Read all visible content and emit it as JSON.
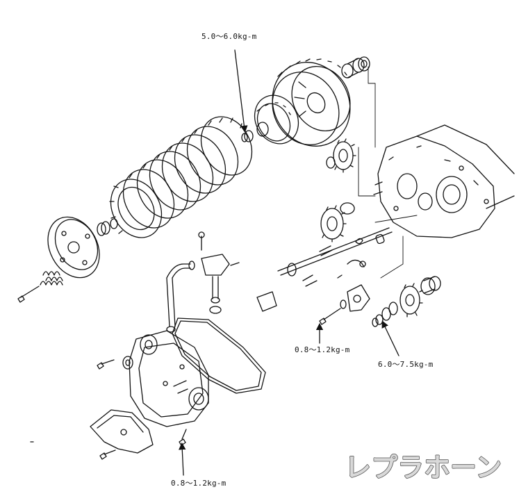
{
  "callouts": {
    "clutch_nut_torque": "5.0〜6.0kg-m",
    "oil_pump_bolt_torque": "0.8〜1.2kg-m",
    "primary_nut_torque": "6.0〜7.5kg-m",
    "cover_bolt_torque": "0.8〜1.2kg-m"
  },
  "watermark": {
    "text": "レプラホーン"
  },
  "colors": {
    "ink": "#111111",
    "paper": "#ffffff",
    "watermark_fill": "#d9d9d9"
  }
}
